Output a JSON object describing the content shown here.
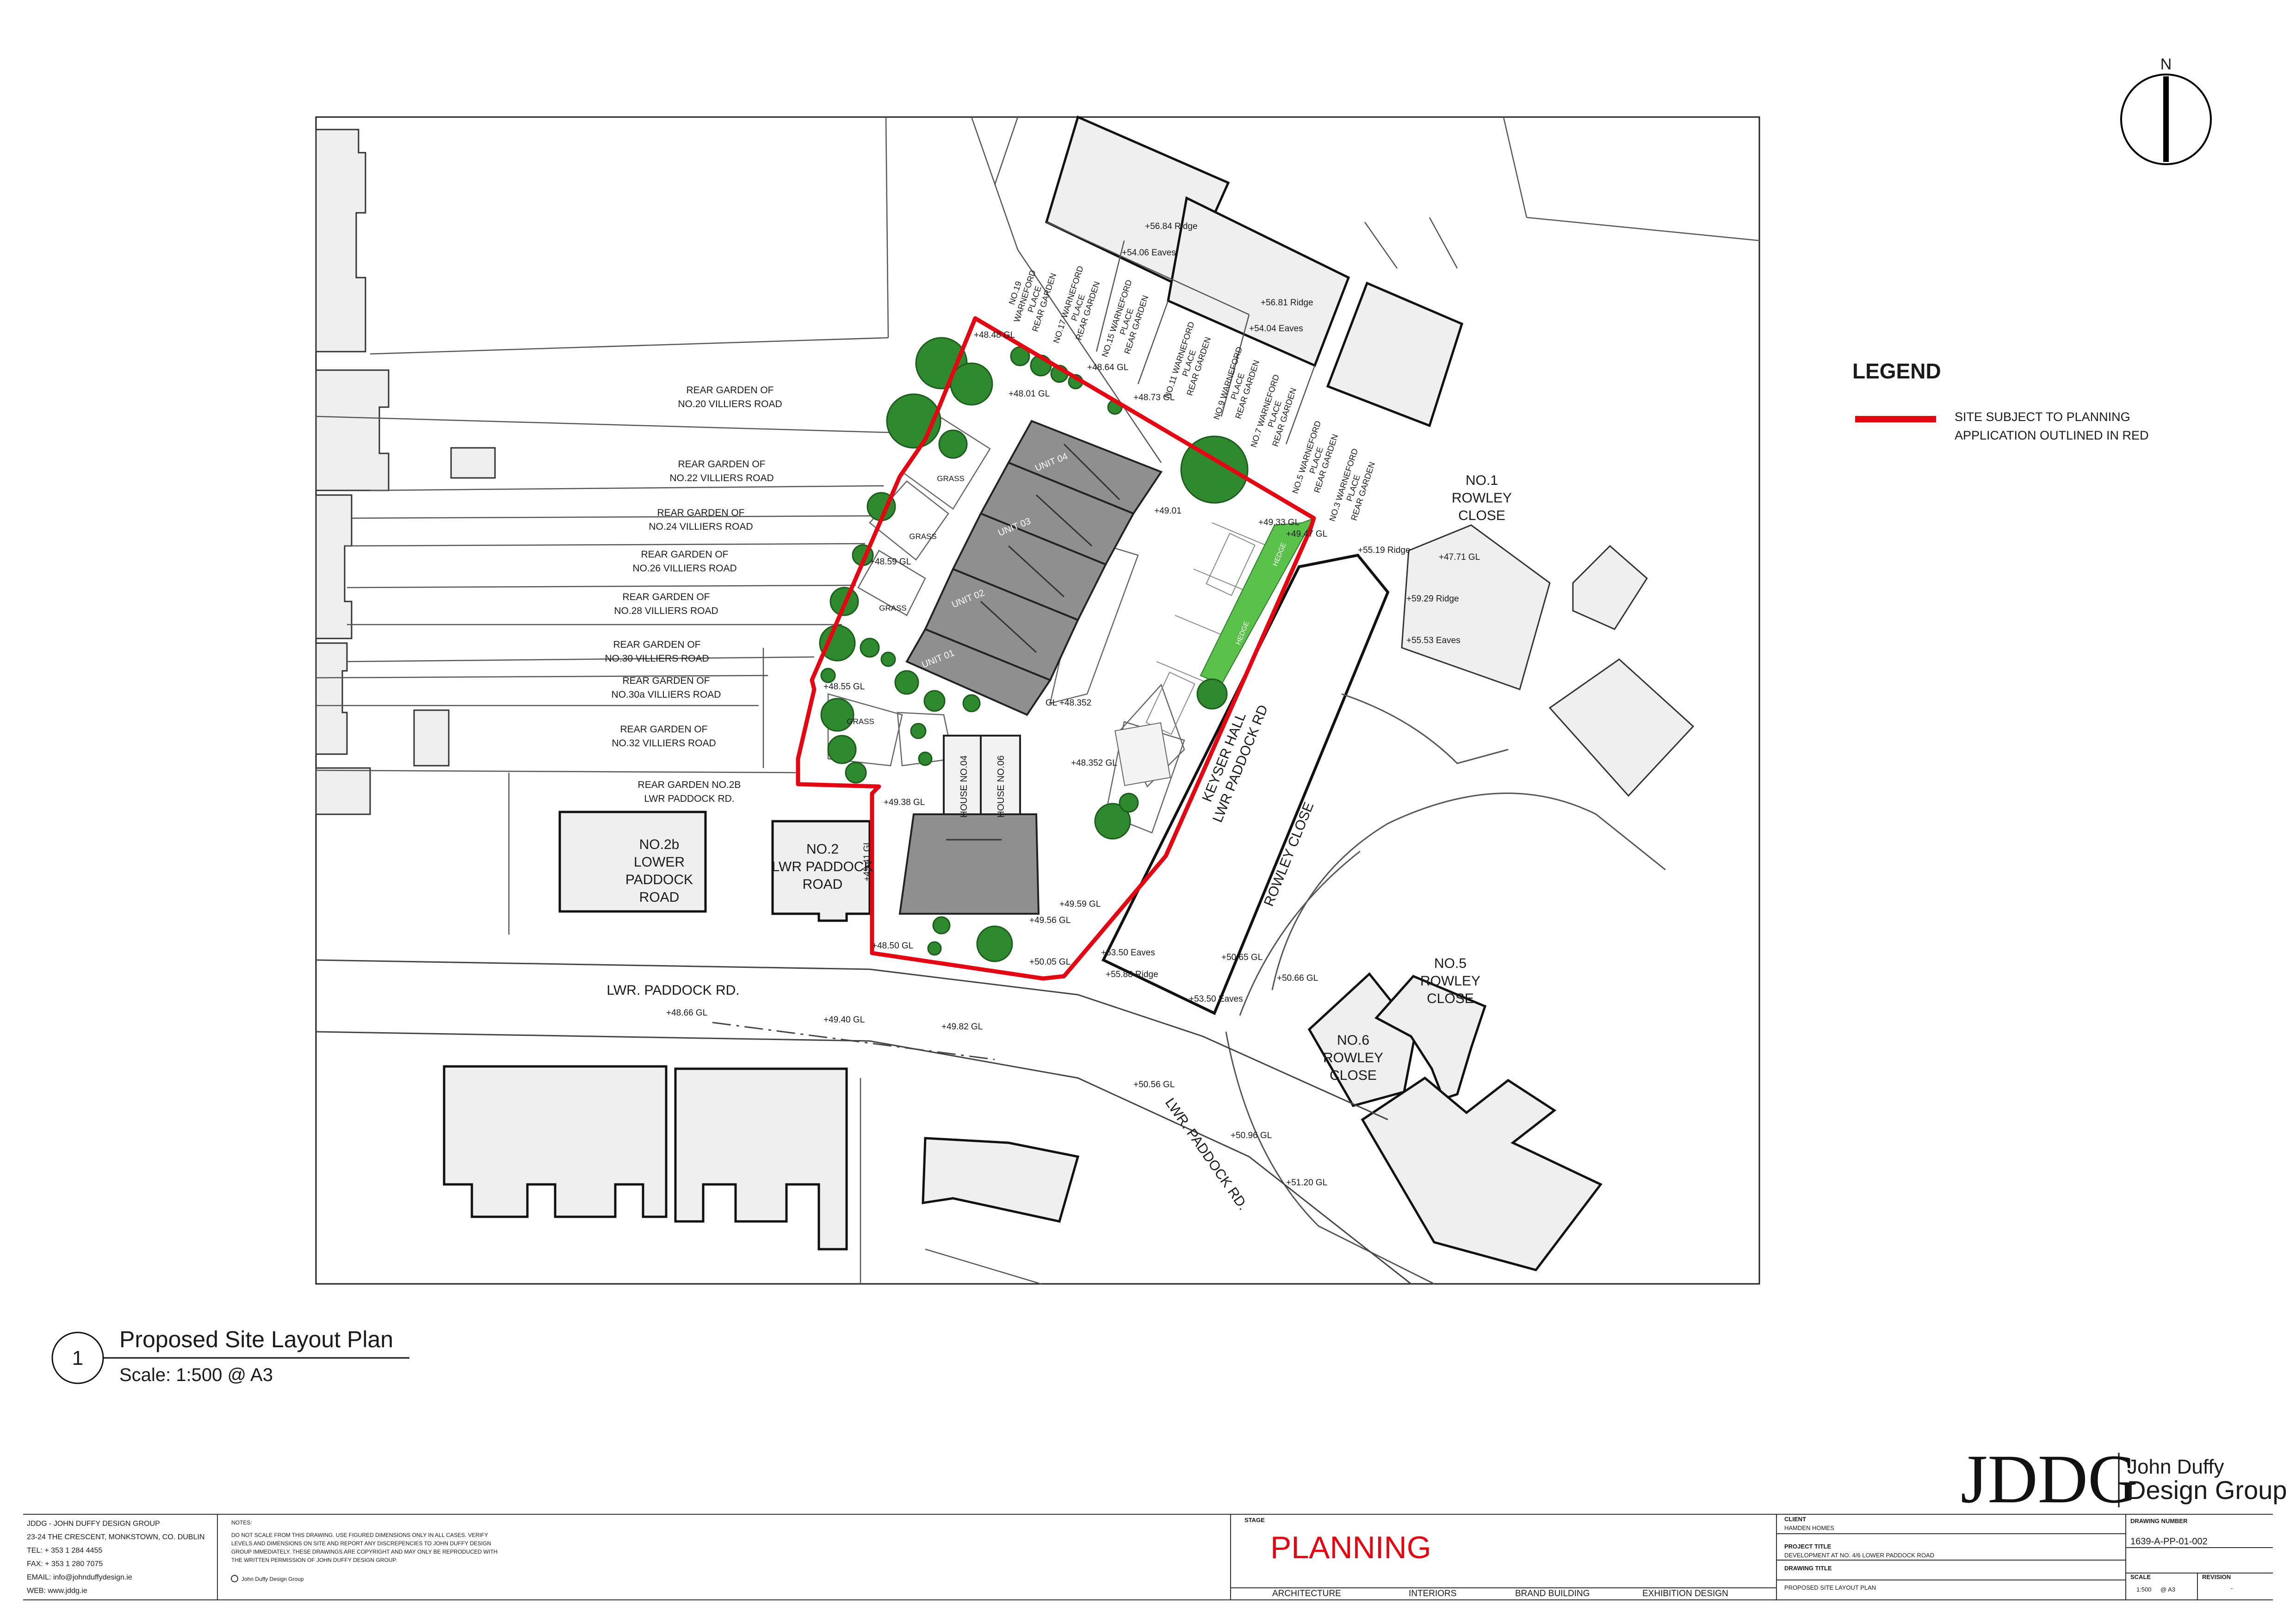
{
  "north": {
    "label": "N"
  },
  "legend": {
    "title": "LEGEND",
    "site_line1": "SITE SUBJECT TO PLANNING",
    "site_line2": "APPLICATION OUTLINED IN RED",
    "accent_color": "#e30613"
  },
  "plan": {
    "rear_gardens": [
      {
        "l1": "REAR GARDEN OF",
        "l2": "NO.20 VILLIERS ROAD"
      },
      {
        "l1": "REAR GARDEN OF",
        "l2": "NO.22 VILLIERS ROAD"
      },
      {
        "l1": "REAR GARDEN OF",
        "l2": "NO.24 VILLIERS ROAD"
      },
      {
        "l1": "REAR GARDEN OF",
        "l2": "NO.26 VILLIERS ROAD"
      },
      {
        "l1": "REAR GARDEN OF",
        "l2": "NO.28 VILLIERS ROAD"
      },
      {
        "l1": "REAR GARDEN OF",
        "l2": "NO.30 VILLIERS ROAD"
      },
      {
        "l1": "REAR GARDEN OF",
        "l2": "NO.30a VILLIERS ROAD"
      },
      {
        "l1": "REAR GARDEN OF",
        "l2": "NO.32 VILLIERS ROAD"
      },
      {
        "l1": "REAR GARDEN NO.2B",
        "l2": "LWR PADDOCK RD."
      }
    ],
    "buildings": {
      "no2b": [
        "NO.2b",
        "LOWER",
        "PADDOCK",
        "ROAD"
      ],
      "no2": [
        "NO.2",
        "LWR PADDOCK",
        "ROAD"
      ],
      "keyser": [
        "KEYSER HALL",
        "LWR PADDOCK RD"
      ],
      "no1": [
        "NO.1",
        "ROWLEY",
        "CLOSE"
      ],
      "no5": [
        "NO.5",
        "ROWLEY",
        "CLOSE"
      ],
      "no6": [
        "NO.6",
        "ROWLEY",
        "CLOSE"
      ]
    },
    "warneford": [
      [
        "NO.19",
        "WARNEFORD",
        "PLACE",
        "REAR GARDEN"
      ],
      [
        "NO.17 WARNEFORD",
        "PLACE",
        "REAR GARDEN"
      ],
      [
        "NO.15 WARNEFORD",
        "PLACE",
        "REAR GARDEN"
      ],
      [
        "NO.11 WARNEFORD",
        "PLACE",
        "REAR GARDEN"
      ],
      [
        "NO.9 WARNEFORD",
        "PLACE",
        "REAR GARDEN"
      ],
      [
        "NO.7 WARNEFORD",
        "PLACE",
        "REAR GARDEN"
      ],
      [
        "NO.5 WARNEFORD",
        "PLACE",
        "REAR GARDEN"
      ],
      [
        "NO.3 WARNEFORD",
        "PLACE",
        "REAR GARDEN"
      ]
    ],
    "units": [
      "UNIT 01",
      "UNIT 02",
      "UNIT 03",
      "UNIT 04"
    ],
    "houses": [
      "HOUSE NO.04",
      "HOUSE NO.06"
    ],
    "grass": "GRASS",
    "hedge": "HEDGE",
    "roads": {
      "lwr_paddock_1": "LWR. PADDOCK RD.",
      "lwr_paddock_2": "LWR. PADDOCK RD.",
      "rowley_close": "ROWLEY CLOSE"
    },
    "levels": [
      "+56.84 Ridge",
      "+54.06 Eaves",
      "+56.81 Ridge",
      "+54.04 Eaves",
      "+48.48 GL",
      "+48.64 GL",
      "+48.01 GL",
      "+48.73 GL",
      "+49.01",
      "+49.33 GL",
      "+49.47 GL",
      "+55.19 Ridge",
      "+47.71 GL",
      "+59.29 Ridge",
      "+55.53 Eaves",
      "+48.59 GL",
      "+48.55 GL",
      "GL +48.352",
      "+48.352 GL",
      "+49.38 GL",
      "+49.41 GL",
      "+49.59 GL",
      "+49.56 GL",
      "+48.50 GL",
      "+50.05 GL",
      "+53.50 Eaves",
      "+55.88 Ridge",
      "+50.65 GL",
      "+50.66 GL",
      "+53.50 Eaves",
      "+48.66 GL",
      "+49.40 GL",
      "+49.82 GL",
      "+50.56 GL",
      "+50.96 GL",
      "+51.20 GL"
    ]
  },
  "title_callout": {
    "number": "1",
    "title": "Proposed Site Layout Plan",
    "scale": "Scale: 1:500 @ A3"
  },
  "logo": {
    "mark": "JDDG",
    "name1": "John Duffy",
    "name2": "Design Group"
  },
  "titleblock": {
    "company": [
      "JDDG - JOHN DUFFY DESIGN GROUP",
      "23-24 THE CRESCENT, MONKSTOWN, CO. DUBLIN",
      "TEL: + 353 1 284 4455",
      "FAX: + 353 1 280 7075",
      "EMAIL: info@johnduffydesign.ie",
      "WEB: www.jddg.ie"
    ],
    "notes_title": "NOTES:",
    "notes": [
      "DO NOT SCALE FROM THIS DRAWING. USE FIGURED DIMENSIONS ONLY IN ALL CASES. VERIFY",
      "LEVELS AND DIMENSIONS ON SITE AND REPORT ANY DISCREPENCIES TO JOHN DUFFY DESIGN",
      "GROUP IMMEDIATELY. THESE DRAWINGS ARE COPYRIGHT AND MAY ONLY BE REPRODUCED WITH",
      "THE WRITTEN PERMISSION OF JOHN DUFFY DESIGN GROUP."
    ],
    "copyright": "John Duffy Design Group",
    "stage_label": "STAGE",
    "stage": "PLANNING",
    "disciplines": [
      "ARCHITECTURE",
      "INTERIORS",
      "BRAND BUILDING",
      "EXHIBITION DESIGN"
    ],
    "client_label": "CLIENT",
    "client": "HAMDEN HOMES",
    "project_label": "PROJECT TITLE",
    "project": "DEVELOPMENT AT NO. 4/6 LOWER PADDOCK ROAD",
    "drawing_title_label": "DRAWING TITLE",
    "drawing_title": "PROPOSED SITE LAYOUT PLAN",
    "drawing_number_label": "DRAWING NUMBER",
    "drawing_number": "1639-A-PP-01-002",
    "scale_label": "SCALE",
    "scale": "1:500",
    "paper": "@ A3",
    "revision_label": "REVISION",
    "revision": "-"
  }
}
